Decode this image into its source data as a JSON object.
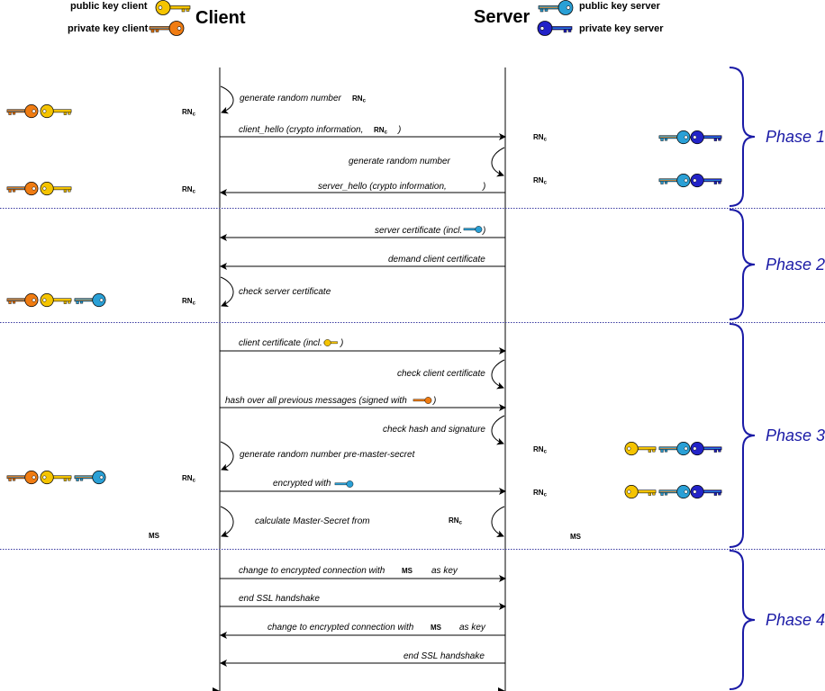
{
  "legend": {
    "public_key_client": "public key client",
    "private_key_client": "private key client",
    "public_key_server": "public key server",
    "private_key_server": "private key server"
  },
  "titles": {
    "client": "Client",
    "server": "Server"
  },
  "colors": {
    "public_client": "#f5c400",
    "private_client": "#f07c12",
    "public_server": "#2aa0d6",
    "private_server": "#2323c8",
    "phase_brace": "#1a1aa6",
    "separator": "#3a3aa0"
  },
  "labels": {
    "rnc": "RNc",
    "ms": "MS"
  },
  "messages": {
    "gen_rn_client": "generate random number",
    "client_hello": "client_hello (crypto information,",
    "client_hello_close": ")",
    "gen_rn_server": "generate random number",
    "server_hello": "server_hello (crypto information,",
    "server_hello_close": ")",
    "server_cert": "server certificate (incl.",
    "server_cert_close": ")",
    "demand_cert": "demand client certificate",
    "check_server_cert": "check server certificate",
    "client_cert": "client certificate (incl.",
    "client_cert_close": ")",
    "check_client_cert": "check client certificate",
    "hash_msgs": "hash over all previous messages (signed with",
    "hash_msgs_close": ")",
    "check_hash": "check hash and signature",
    "gen_pms": "generate random number pre-master-secret",
    "encrypted_with": "encrypted with",
    "calc_ms": "calculate Master-Secret from",
    "change_enc_1": "change to encrypted connection with",
    "as_key_1": "as key",
    "end_ssl_1": "end SSL handshake",
    "change_enc_2": "change to encrypted connection with",
    "as_key_2": "as key",
    "end_ssl_2": "end SSL handshake"
  },
  "phases": [
    "Phase 1",
    "Phase 2",
    "Phase 3",
    "Phase 4"
  ]
}
